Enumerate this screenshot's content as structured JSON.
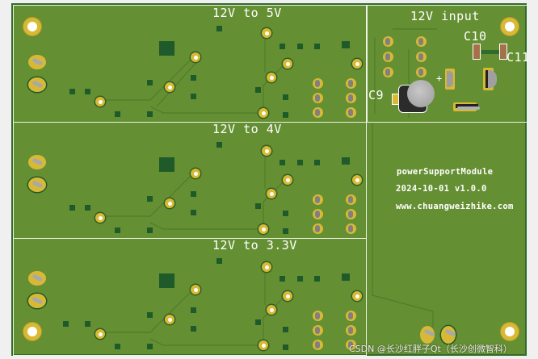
{
  "board": {
    "name": "powerSupportModule",
    "date_version": "2024-10-01  v1.0.0",
    "website": "www.chuangweizhike.com",
    "colors": {
      "solder_mask": "#658f33",
      "silkscreen": "#ffffff",
      "pad_gold": "#d8b935",
      "copper_dark": "#1f5a2a",
      "background": "#f0f0f0"
    }
  },
  "sections": [
    {
      "title": "12V to 5V"
    },
    {
      "title": "12V to 4V"
    },
    {
      "title": "12V to 3.3V"
    }
  ],
  "input_section": {
    "title": "12V input",
    "components": {
      "c9": "C9",
      "c10": "C10",
      "c11": "C11",
      "polarity": "+"
    }
  },
  "watermark": "CSDN @长沙红胖子Qt（长沙创微智科）"
}
